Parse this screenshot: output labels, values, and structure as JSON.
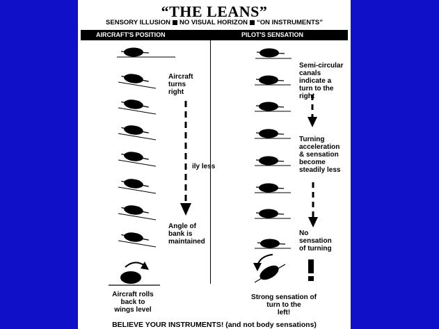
{
  "title": "“THE LEANS”",
  "subtitle": {
    "part1": "SENSORY ILLUSION",
    "part2": "NO VISUAL HORIZON",
    "part3": "“ON INSTRUMENTS”"
  },
  "headers": {
    "left": "AIRCRAFT'S POSITION",
    "right": "PILOT'S SENSATION"
  },
  "left_labels": {
    "turns": [
      "Aircraft",
      "turns",
      "right"
    ],
    "bank": [
      "Angle of",
      "bank is",
      "maintained"
    ],
    "rolls": [
      "Aircraft rolls",
      "back to",
      "wings level"
    ],
    "fragment": "ily less"
  },
  "right_labels": {
    "canals": [
      "Semi-circular",
      "canals",
      "indicate a",
      "turn to the",
      "right"
    ],
    "turning": [
      "Turning",
      "acceleration",
      "& sensation",
      "become",
      "steadily less"
    ],
    "no_sensation": [
      "No",
      "sensation",
      "of turning"
    ],
    "strong": [
      "Strong sensation of",
      "turn to the",
      "left!"
    ],
    "exclaim": "!"
  },
  "footer": "BELIEVE YOUR INSTRUMENTS! (and not body sensations)",
  "colors": {
    "background": "#1010c8",
    "slide": "#ffffff",
    "ink": "#000000"
  }
}
